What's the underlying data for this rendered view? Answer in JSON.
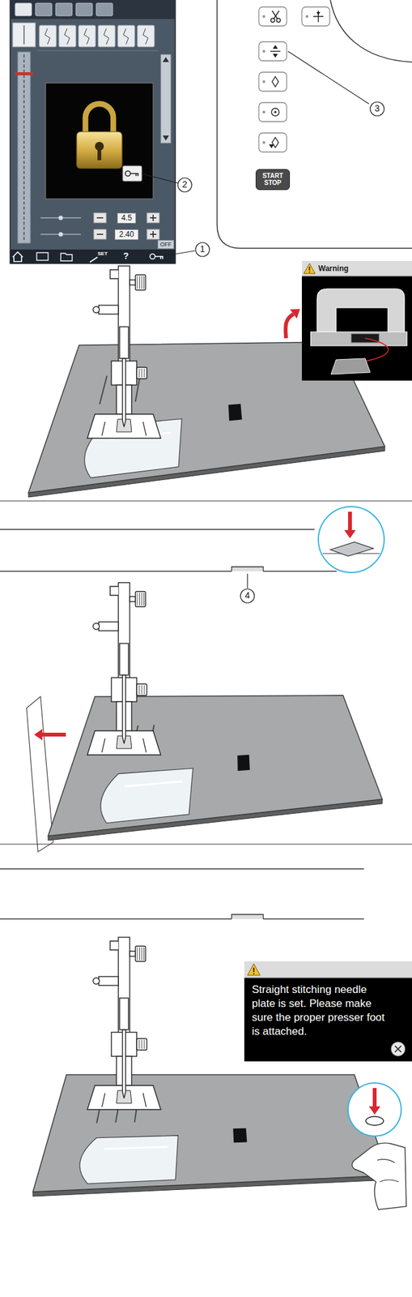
{
  "diagram": {
    "nodes": [
      {
        "text": [
          "4.5"
        ]
      },
      {
        "text": [
          "2.40"
        ]
      },
      {
        "text": [
          "OFF"
        ]
      },
      {
        "text": [
          "START STOP"
        ]
      },
      {
        "text": [
          "Warning"
        ]
      },
      {
        "text": [
          "Straight stitching needle plate is set. Please make sure the proper presser foot is attached."
        ]
      }
    ],
    "labels": [
      "1",
      "2",
      "3",
      "4",
      "SET",
      "?"
    ]
  }
}
